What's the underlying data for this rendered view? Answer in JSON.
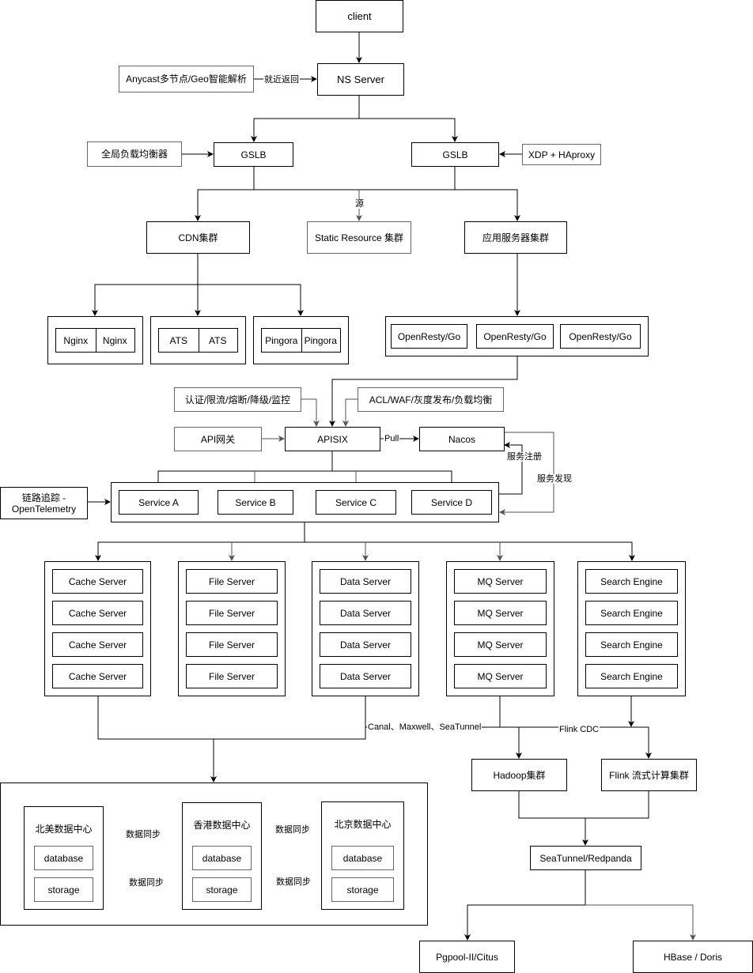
{
  "nodes": {
    "client": "client",
    "anycast": "Anycast多节点/Geo智能解析",
    "ns_server": "NS Server",
    "global_lb": "全局负载均衡器",
    "gslb_left": "GSLB",
    "gslb_right": "GSLB",
    "xdp": "XDP + HAproxy",
    "cdn": "CDN集群",
    "static": "Static Resource 集群",
    "app_cluster": "应用服务器集群",
    "nginx": [
      "Nginx",
      "Nginx"
    ],
    "ats": [
      "ATS",
      "ATS"
    ],
    "pingora": [
      "Pingora",
      "Pingora"
    ],
    "openresty": [
      "OpenResty/Go",
      "OpenResty/Go",
      "OpenResty/Go"
    ],
    "auth_note": "认证/限流/熔断/降级/监控",
    "acl_note": "ACL/WAF/灰度发布/负载均衡",
    "api_gateway": "API网关",
    "apisix": "APISIX",
    "nacos": "Nacos",
    "tracing": "链路追踪 - OpenTelemetry",
    "services": [
      "Service A",
      "Service B",
      "Service C",
      "Service D"
    ],
    "clusters": [
      {
        "name": "cache",
        "items": [
          "Cache Server",
          "Cache Server",
          "Cache Server",
          "Cache Server"
        ]
      },
      {
        "name": "file",
        "items": [
          "File Server",
          "File Server",
          "File Server",
          "File Server"
        ]
      },
      {
        "name": "data",
        "items": [
          "Data Server",
          "Data Server",
          "Data Server",
          "Data Server"
        ]
      },
      {
        "name": "mq",
        "items": [
          "MQ Server",
          "MQ Server",
          "MQ Server",
          "MQ Server"
        ]
      },
      {
        "name": "search",
        "items": [
          "Search Engine",
          "Search Engine",
          "Search Engine",
          "Search Engine"
        ]
      }
    ],
    "hadoop": "Hadoop集群",
    "flink": "Flink 流式计算集群",
    "seatunnel": "SeaTunnel/Redpanda",
    "pgpool": "Pgpool-II/Citus",
    "hbase": "HBase / Doris",
    "datacenters": [
      {
        "title": "北美数据中心",
        "items": [
          "database",
          "storage"
        ]
      },
      {
        "title": "香港数据中心",
        "items": [
          "database",
          "storage"
        ]
      },
      {
        "title": "北京数据中心",
        "items": [
          "database",
          "storage"
        ]
      }
    ]
  },
  "edge_labels": {
    "nearest_return": "就近返回",
    "origin": "源",
    "pull": "Pull",
    "service_register": "服务注册",
    "service_discovery": "服务发现",
    "cdc_tools": "Canal、Maxwell、SeaTunnel",
    "flink_cdc": "Flink CDC",
    "sync": "数据同步"
  }
}
